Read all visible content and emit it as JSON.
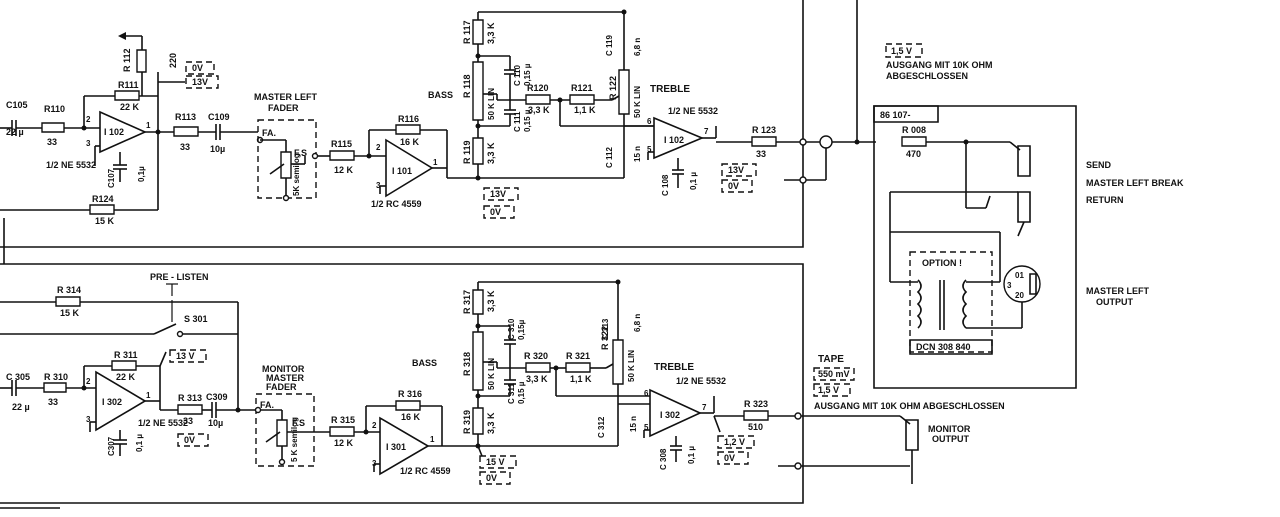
{
  "top": {
    "c105": "C105",
    "c105_val": "22 µ",
    "r110": "R110",
    "r110_val": "33",
    "r111": "R111",
    "r111_val": "22 K",
    "r112": "R 112",
    "r112_val": "220",
    "ic102a": "I 102",
    "ic102a_type": "1/2 NE 5532",
    "v0": "0V",
    "v13": "13V",
    "c107": "C107",
    "c107_val": "0,1µ",
    "r113": "R113",
    "r113_val": "33",
    "c109": "C109",
    "c109_val": "10µ",
    "r124": "R124",
    "r124_val": "15 K",
    "fader_title": [
      "MASTER LEFT",
      "FADER"
    ],
    "fa": "FA.",
    "fs": "F.S",
    "fader_val": "5K semilog",
    "r115": "R115",
    "r115_val": "12 K",
    "r116": "R116",
    "r116_val": "16 K",
    "ic101": "I 101",
    "ic101_type": "1/2 RC 4559",
    "r117": "R 117",
    "r117_val": "3,3 K",
    "bass": "BASS",
    "r118": "R 118",
    "r118_val": "50 K LIN",
    "c110": "C 110",
    "c110_val": "0,15 µ",
    "c111": "C 111",
    "c111_val": "0,15 µ",
    "r119": "R 119",
    "r119_val": "3,3 K",
    "r120": "R120",
    "r120_val": "3,3 K",
    "r121": "R121",
    "r121_val": "1,1 K",
    "r122": "R 122",
    "r122_val": "50 K LIN",
    "c119": "C 119",
    "c119_val": "6,8 n",
    "treble": "TREBLE",
    "c112": "C 112",
    "c112_val": "15 n",
    "ic102b": "I 102",
    "ic102b_type": "1/2 NE 5532",
    "c108": "C 108",
    "c108_val": "0,1 µ",
    "v13b": "13V",
    "v0b": "0V",
    "v13c": "13V",
    "v0c": "0V",
    "r123": "R 123",
    "r123_val": "33",
    "out_level": "1,5 V",
    "out_note": [
      "AUSGANG MIT 10K OHM",
      "ABGESCHLOSSEN"
    ]
  },
  "module": {
    "id": "86 107-",
    "r008": "R 008",
    "r008_val": "470",
    "option": "OPTION !",
    "transformer": "DCN 308 840",
    "send": "SEND",
    "break": "MASTER LEFT BREAK",
    "return": "RETURN",
    "xlr": [
      "01",
      "3",
      "20"
    ],
    "output": [
      "MASTER LEFT",
      "OUTPUT"
    ]
  },
  "bottom": {
    "prelisten": "PRE - LISTEN",
    "r314": "R 314",
    "r314_val": "15 K",
    "s301": "S 301",
    "c305": "C 305",
    "c305_val": "22 µ",
    "r310": "R 310",
    "r310_val": "33",
    "r311": "R 311",
    "r311_val": "22 K",
    "v13": "13 V",
    "ic302a": "I 302",
    "ic302a_type": "1/2 NE 5532",
    "c307": "C307",
    "c307_val": "0,1 µ",
    "r313": "R 313",
    "r313_val": "33",
    "c309": "C309",
    "c309_val": "10µ",
    "v0": "0V",
    "fader_title": [
      "MONITOR",
      "MASTER",
      "FADER"
    ],
    "fa": "FA.",
    "fs": "F.S",
    "fader_val": "5 K semilog",
    "r315": "R 315",
    "r315_val": "12 K",
    "r316": "R 316",
    "r316_val": "16 K",
    "ic301": "I 301",
    "ic301_type": "1/2 RC 4559",
    "r317": "R 317",
    "r317_val": "3,3 K",
    "bass": "BASS",
    "r318": "R 318",
    "r318_val": "50 K LIN",
    "c310": "C 310",
    "c310_val": "0,15µ",
    "c311": "C 311",
    "c311_val": "0,15 µ",
    "r319": "R 319",
    "r319_val": "3,3 K",
    "r320": "R 320",
    "r320_val": "3,3 K",
    "r321": "R 321",
    "r321_val": "1,1 K",
    "r322": "R 322",
    "r322_val": "50 K LIN",
    "c313": "C 313",
    "c313_val": "6,8 n",
    "treble": "TREBLE",
    "c312": "C 312",
    "c312_val": "15 n",
    "ic302b": "I 302",
    "ic302b_type": "1/2 NE 5532",
    "c308": "C 308",
    "c308_val": "0,1 µ",
    "v15": "15 V",
    "v0b": "0V",
    "v12": "1,2 V",
    "v0c": "0V",
    "r323": "R 323",
    "r323_val": "510",
    "tape": "TAPE",
    "tape_mv": "550 mV",
    "tape_v": "1,5 V",
    "tape_note": "AUSGANG MIT 10K OHM ABGESCHLOSSEN",
    "monitor_out": [
      "MONITOR",
      "OUTPUT"
    ]
  }
}
